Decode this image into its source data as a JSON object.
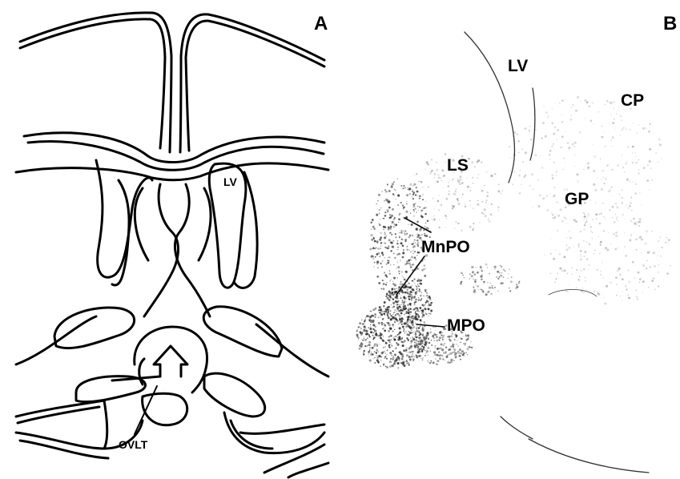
{
  "figure": {
    "panel_a": {
      "letter": "A",
      "labels": {
        "lv": "LV",
        "ovlt": "OVLT"
      }
    },
    "panel_b": {
      "letter": "B",
      "labels": {
        "lv": "LV",
        "cp": "CP",
        "ls": "LS",
        "gp": "GP",
        "mnpo": "MnPO",
        "mpo": "MPO"
      }
    }
  },
  "colors": {
    "ink": "#000000",
    "stain": "#2a2a2a",
    "background": "#ffffff"
  }
}
